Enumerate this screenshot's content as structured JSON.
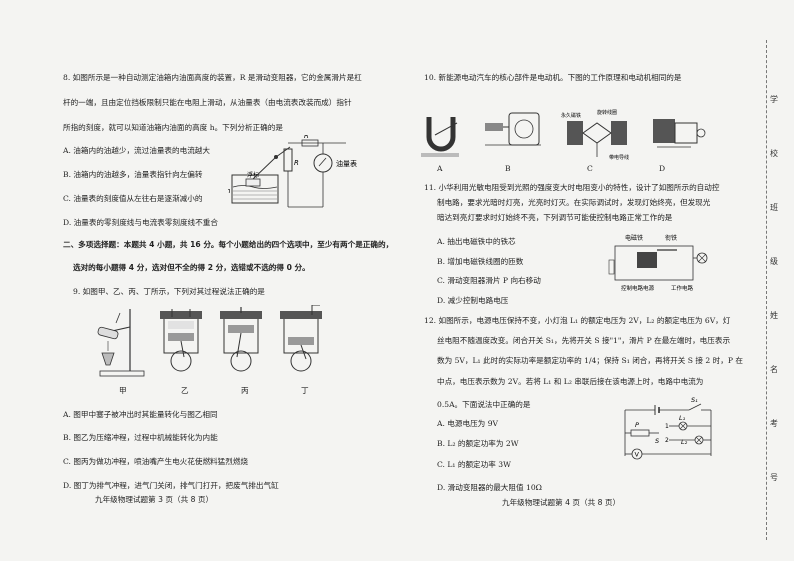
{
  "left": {
    "q8": {
      "stem1": "8. 如图所示是一种自动测定油箱内油面高度的装置，R 是滑动变阻器，它的金属滑片是杠",
      "stem2": "杆的一端，且由定位挡板限制只能在电阻上滑动，从油量表（由电流表改装而成）指针",
      "stem3": "所指的刻度，就可以知道油箱内油面的高度 h。下列分析正确的是",
      "A": "A. 油箱内的油越少，流过油量表的电流越大",
      "B": "B. 油箱内的油越多，油量表指针向左偏转",
      "C": "C. 油量表的刻度值从左往右是逐渐减小的",
      "D": "D. 油量表的零刻度线与电流表零刻度线不重合",
      "fig": {
        "float": "浮标",
        "Rp": "R'",
        "R": "R",
        "gauge": "油量表",
        "h": "h"
      }
    },
    "section2": {
      "line1": "二、多项选择题：本题共 4 小题，共 16 分。每个小题给出的四个选项中，至少有两个是正确的，",
      "line2": "选对的每小题得 4 分，选对但不全的得 2 分，选错或不选的得 0 分。"
    },
    "q9": {
      "stem": "9. 如图甲、乙、丙、丁所示，下列对其过程说法正确的是",
      "labels": [
        "甲",
        "乙",
        "丙",
        "丁"
      ],
      "A": "A. 图甲中塞子被冲出时其能量转化与图乙相同",
      "B": "B. 图乙为压缩冲程，过程中机械能转化为内能",
      "C": "C. 图丙为做功冲程，喷油嘴产生电火花使燃料猛烈燃烧",
      "D": "D. 图丁为排气冲程，进气门关闭，排气门打开，把废气排出气缸"
    },
    "footer": "九年级物理试题第 3 页（共 8 页）"
  },
  "right": {
    "q10": {
      "stem": "10. 新能源电动汽车的核心部件是电动机。下图的工作原理和电动机相同的是",
      "labels": [
        "A",
        "B",
        "C",
        "D"
      ],
      "figC": [
        "永久磁铁",
        "旋转线圈",
        "带电导线"
      ]
    },
    "q11": {
      "stem1": "11. 小华利用光敏电阻受到光照的强度变大时电阻变小的特性，设计了如图所示的自动控",
      "stem2": "制电路，要求光暗时灯亮，光亮时灯灭。在实际调试时，发现灯始终亮，但发现光",
      "stem3": "暗达到亮灯要求时灯始终不亮，下列调节可能使控制电路正常工作的是",
      "A": "A. 抽出电磁铁中的铁芯",
      "B": "B. 增加电磁铁线圈的匝数",
      "C": "C. 滑动变阻器滑片 P 向右移动",
      "D": "D. 减少控制电路电压",
      "fig": {
        "magnet": "电磁铁",
        "armature": "衔铁",
        "control": "控制电路电源",
        "work": "工作电路"
      }
    },
    "q12": {
      "stem1": "12. 如图所示，电源电压保持不变，小灯泡 L₁ 的额定电压为 2V，L₂ 的额定电压为 6V，灯",
      "stem2": "丝电阻不随温度改变。闭合开关 S₁，先将开关 S 接\"1\"，滑片 P 在最左端时，电压表示",
      "stem3": "数为 5V，L₁ 此时的实际功率是额定功率的 1/4；保持 S₁ 闭合，再将开关 S 接 2 时，P 在",
      "stem4": "中点，电压表示数为 2V。若将 L₁ 和 L₂ 串联后接在该电源上时，电路中电流为",
      "stem5": "0.5A。下面说法中正确的是",
      "A": "A. 电源电压为 9V",
      "B": "B. L₂ 的额定功率为 2W",
      "C": "C. L₁ 的额定功率 3W",
      "D": "D. 滑动变阻器的最大阻值 10Ω",
      "fig": {
        "S1": "S₁",
        "P": "P",
        "L1": "L₁",
        "L2": "L₂",
        "S": "S",
        "V": "V",
        "one": "1",
        "two": "2"
      }
    },
    "footer": "九年级物理试题第 4 页（共 8 页）"
  },
  "binding": [
    "学",
    "校",
    "班",
    "级",
    "姓",
    "名",
    "考",
    "号"
  ]
}
